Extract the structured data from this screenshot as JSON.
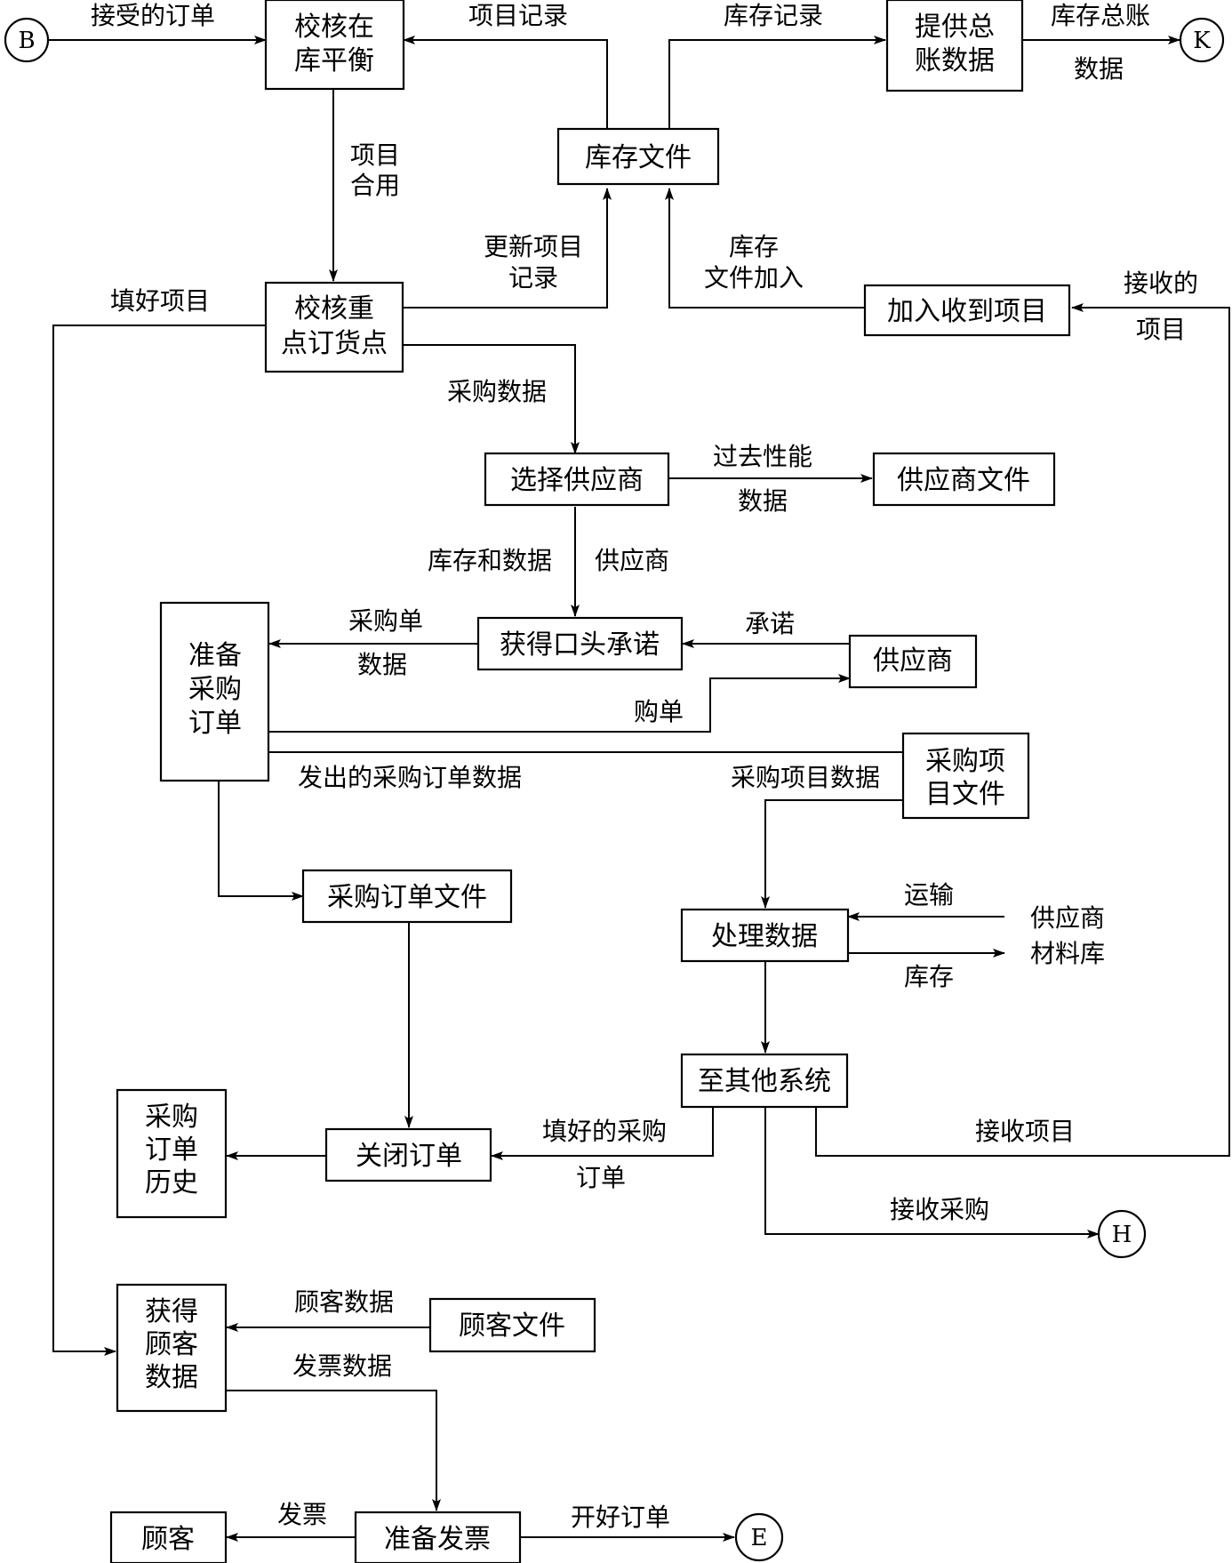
{
  "nodes": {
    "check_balance": [
      "校核在",
      "库平衡"
    ],
    "inventory_file": [
      "库存文件"
    ],
    "provide_ledger": [
      "提供总",
      "账数据"
    ],
    "check_reorder": [
      "校核重",
      "点订货点"
    ],
    "add_received": [
      "加入收到项目"
    ],
    "select_supplier": [
      "选择供应商"
    ],
    "supplier_file": [
      "供应商文件"
    ],
    "oral_commit": [
      "获得口头承诺"
    ],
    "supplier": [
      "供应商"
    ],
    "prepare_po": [
      "准备",
      "采购",
      "订单"
    ],
    "po_item_file": [
      "采购项",
      "目文件"
    ],
    "po_file": [
      "采购订单文件"
    ],
    "process_data": [
      "处理数据"
    ],
    "other_systems": [
      "至其他系统"
    ],
    "close_order": [
      "关闭订单"
    ],
    "po_history": [
      "采购",
      "订单",
      "历史"
    ],
    "get_customer": [
      "获得",
      "顾客",
      "数据"
    ],
    "customer_file": [
      "顾客文件"
    ],
    "prepare_invoice": [
      "准备发票"
    ],
    "customer": [
      "顾客"
    ]
  },
  "connectors": {
    "b": "B",
    "k": "K",
    "h": "H",
    "e": "E"
  },
  "labels": {
    "accepted_orders": "接受的订单",
    "item_records": "项目记录",
    "inventory_records": "库存记录",
    "ledger_1": "库存总账",
    "ledger_2": "数据",
    "item_ok_1": "项目",
    "item_ok_2": "合用",
    "update_1": "更新项目",
    "update_2": "记录",
    "inv_add_1": "库存",
    "inv_add_2": "文件加入",
    "received_1": "接收的",
    "received_2": "项目",
    "filled_items": "填好项目",
    "purchase_data": "采购数据",
    "past_perf_1": "过去性能",
    "past_perf_2": "数据",
    "stock_data": "库存和数据",
    "supplier_lbl": "供应商",
    "po_data_1": "采购单",
    "po_data_2": "数据",
    "promise": "承诺",
    "order_lbl": "购单",
    "issued_po_data": "发出的采购订单数据",
    "po_item_data": "采购项目数据",
    "shipping": "运输",
    "supplier_warehouse_1": "供应商",
    "supplier_warehouse_2": "材料库",
    "stock_out": "库存",
    "filled_po_1": "填好的采购",
    "filled_po_2": "订单",
    "receive_items": "接收项目",
    "receive_purchase": "接收采购",
    "customer_data": "顾客数据",
    "invoice_data": "发票数据",
    "invoice": "发票",
    "done_orders": "开好订单"
  }
}
